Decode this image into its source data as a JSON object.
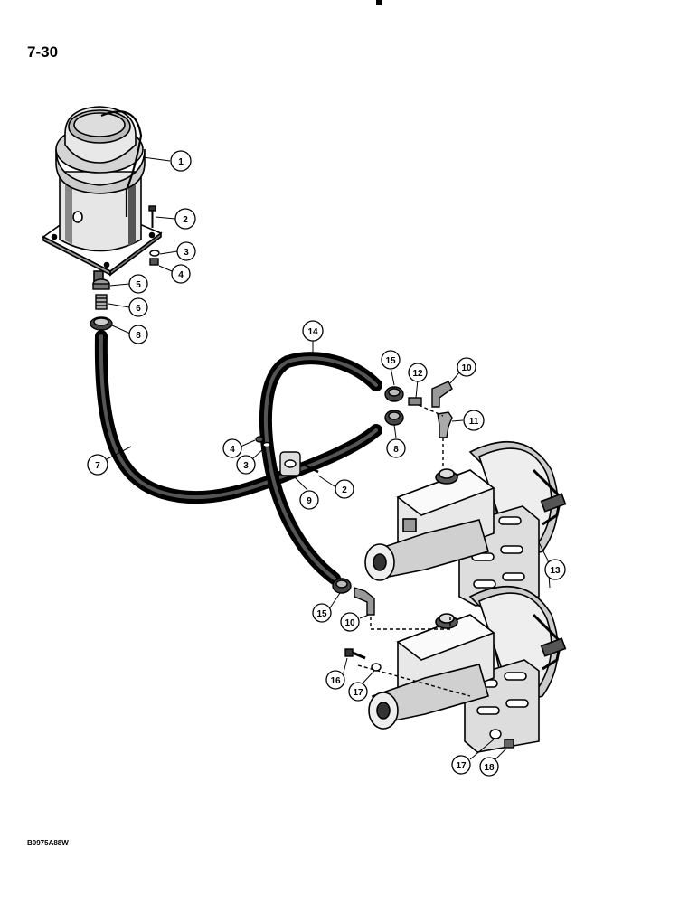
{
  "page": {
    "page_number": "7-30",
    "figure_code": "B0975A88W"
  },
  "callouts": [
    "1",
    "2",
    "3",
    "4",
    "5",
    "6",
    "8",
    "7",
    "14",
    "15",
    "12",
    "10",
    "11",
    "8",
    "4",
    "3",
    "2",
    "9",
    "13",
    "15",
    "10",
    "16",
    "17",
    "17",
    "18"
  ]
}
